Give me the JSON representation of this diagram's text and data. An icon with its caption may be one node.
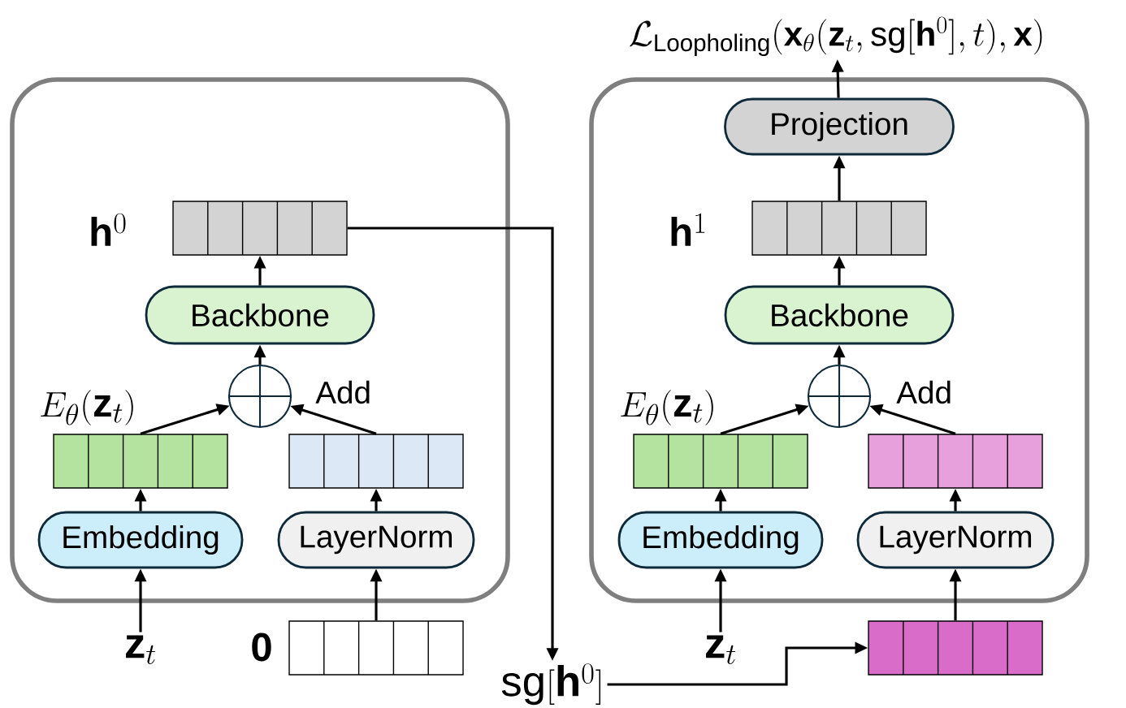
{
  "diagram": {
    "nodes": [
      {
        "text": [],
        "shape": "box"
      },
      {
        "text": [],
        "shape": "bar",
        "in": 0,
        "beside": [
          "\\mathbf{h}^{0}"
        ]
      },
      {
        "text": [
          "Backbone"
        ],
        "in": 0
      },
      {
        "text": [],
        "shape": "circle",
        "in": 0,
        "beside": [
          "Add"
        ]
      },
      {
        "text": [],
        "shape": "bar",
        "in": 0,
        "beside": [
          "E_\\theta(\\mathbf{z}_t)"
        ]
      },
      {
        "text": [],
        "shape": "bar",
        "in": 0
      },
      {
        "text": [
          "Embedding"
        ],
        "in": 0
      },
      {
        "text": [
          "LayerNorm"
        ],
        "in": 0
      },
      {
        "text": [
          "\\mathbf{z}_t"
        ]
      },
      {
        "text": [],
        "shape": "bar",
        "beside": [
          "\\mathbf{0}"
        ]
      },
      {
        "text": [
          "\\mathrm{sg}[\\mathbf{h}^{0}]"
        ]
      },
      {
        "text": [],
        "shape": "box"
      },
      {
        "text": [
          "Projection"
        ],
        "in": 11
      },
      {
        "text": [],
        "shape": "bar",
        "in": 11,
        "beside": [
          "\\mathbf{h}^{1}"
        ]
      },
      {
        "text": [
          "Backbone"
        ],
        "in": 11
      },
      {
        "text": [],
        "shape": "circle",
        "in": 11,
        "beside": [
          "Add"
        ]
      },
      {
        "text": [],
        "shape": "bar",
        "in": 11,
        "beside": [
          "E_\\theta(\\mathbf{z}_t)"
        ]
      },
      {
        "text": [],
        "shape": "bar",
        "in": 11
      },
      {
        "text": [
          "Embedding"
        ],
        "in": 11
      },
      {
        "text": [
          "LayerNorm"
        ],
        "in": 11
      },
      {
        "text": [
          "\\mathbf{z}_t"
        ]
      },
      {
        "text": [],
        "shape": "bar"
      },
      {
        "text": [
          "\\mathcal{L}_{\\mathrm{Loopholing}}(\\mathbf{x}_\\theta(\\mathbf{z}_t,\\mathrm{sg}[\\mathbf{h}^{0}],t),\\mathbf{x})"
        ]
      }
    ],
    "edges": [
      {
        "from": 2,
        "to": 1,
        "arrow": "to"
      },
      {
        "from": 3,
        "to": 2,
        "arrow": "to"
      },
      {
        "from": 4,
        "to": 3,
        "arrow": "to"
      },
      {
        "from": 5,
        "to": 3,
        "arrow": "to"
      },
      {
        "from": 6,
        "to": 4,
        "arrow": "to"
      },
      {
        "from": 7,
        "to": 5,
        "arrow": "to"
      },
      {
        "from": 8,
        "to": 6,
        "arrow": "to"
      },
      {
        "from": 9,
        "to": 7,
        "arrow": "to"
      },
      {
        "from": 1,
        "to": 10,
        "arrow": "to"
      },
      {
        "from": 10,
        "to": 21,
        "arrow": "to"
      },
      {
        "from": 21,
        "to": 19,
        "arrow": "to"
      },
      {
        "from": 20,
        "to": 18,
        "arrow": "to"
      },
      {
        "from": 19,
        "to": 17,
        "arrow": "to"
      },
      {
        "from": 18,
        "to": 16,
        "arrow": "to"
      },
      {
        "from": 16,
        "to": 15,
        "arrow": "to"
      },
      {
        "from": 17,
        "to": 15,
        "arrow": "to"
      },
      {
        "from": 15,
        "to": 14,
        "arrow": "to"
      },
      {
        "from": 14,
        "to": 13,
        "arrow": "to"
      },
      {
        "from": 13,
        "to": 12,
        "arrow": "to"
      },
      {
        "from": 12,
        "to": 22,
        "arrow": "to"
      }
    ]
  }
}
